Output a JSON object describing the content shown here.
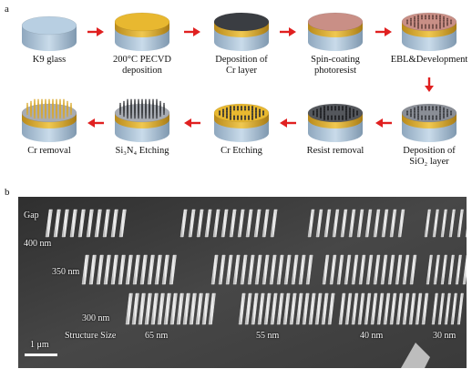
{
  "panel_a": {
    "label": "a",
    "steps_row1": [
      {
        "caption": [
          "K9 glass"
        ],
        "top": "none"
      },
      {
        "caption": [
          "200°C PECVD",
          "deposition"
        ],
        "top": "gold"
      },
      {
        "caption": [
          "Deposition of",
          "Cr layer"
        ],
        "top": "dark"
      },
      {
        "caption": [
          "Spin-coating",
          "photoresist"
        ],
        "top": "rose"
      },
      {
        "caption": [
          "EBL&Development"
        ],
        "top": "rose-dots"
      }
    ],
    "steps_row2": [
      {
        "caption": [
          "Cr removal"
        ],
        "top": "gold-pillars"
      },
      {
        "caption": [
          "Si₃N₄ Etching"
        ],
        "top": "dark-pillars"
      },
      {
        "caption": [
          "Cr Etching"
        ],
        "top": "gold-dots"
      },
      {
        "caption": [
          "Resist removal"
        ],
        "top": "dark-dots"
      },
      {
        "caption": [
          "Deposition of",
          "SiO₂ layer"
        ],
        "top": "grey-dots"
      }
    ]
  },
  "panel_b": {
    "label": "b",
    "gap_header": "Gap",
    "gap_labels": [
      "400 nm",
      "350 nm",
      "300 nm"
    ],
    "structure_size_label": "Structure Size",
    "structure_sizes": [
      "65 nm",
      "55 nm",
      "40 nm",
      "30 nm"
    ],
    "scale_bar_label": "1 μm"
  },
  "colors": {
    "arrow": "#e02020",
    "glass": "#b8cfe2",
    "gold": "#e8b830",
    "chrome": "#3a3d42",
    "rose": "#c98f86",
    "sem_bg": "#3f3f3f"
  }
}
